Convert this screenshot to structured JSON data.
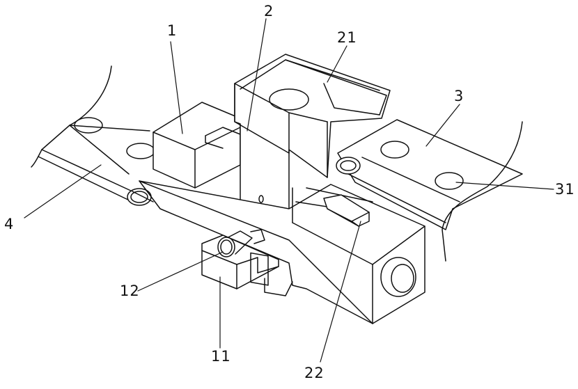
{
  "labels": {
    "l1": "1",
    "l2": "2",
    "l21": "21",
    "l3": "3",
    "l31": "31",
    "l4": "4",
    "l11": "11",
    "l12": "12",
    "l22": "22"
  }
}
